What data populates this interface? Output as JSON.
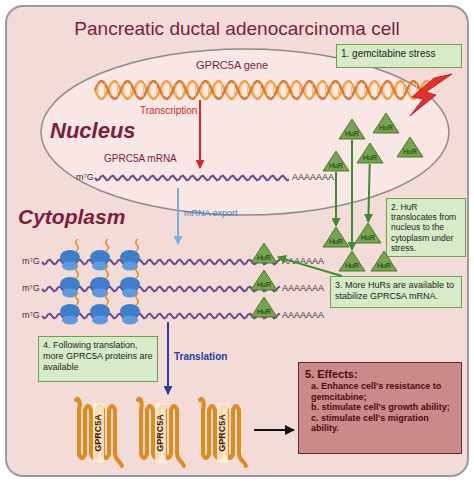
{
  "diagram": {
    "nodes": [
      {
        "text": [
          "Pancreatic ductal adenocarcinoma cell"
        ]
      },
      {
        "text": [
          "1. gemcitabine stress"
        ],
        "in": 0
      },
      {
        "text": [
          "Nucleus"
        ],
        "in": 0
      },
      {
        "text": [
          "HuR"
        ],
        "in": 2
      },
      {
        "text": [
          "HuR"
        ],
        "in": 2
      },
      {
        "text": [
          "HuR"
        ],
        "in": 2
      },
      {
        "text": [
          "HuR"
        ],
        "in": 2
      },
      {
        "text": [
          "HuR"
        ],
        "in": 2
      },
      {
        "text": [
          "2. HuR translocates from nucleus to the cytoplasm under stress."
        ],
        "in": 0
      },
      {
        "text": [
          "HuR"
        ],
        "in": 0
      },
      {
        "text": [
          "HuR"
        ],
        "in": 0
      },
      {
        "text": [
          "HuR"
        ],
        "in": 0
      },
      {
        "text": [
          "HuR"
        ],
        "in": 0
      },
      {
        "text": [
          "3. More HuRs are available to stabilize GPRC5A mRNA."
        ],
        "in": 0
      },
      {
        "text": [
          "HuR"
        ],
        "in": 0
      },
      {
        "text": [
          "HuR"
        ],
        "in": 0
      },
      {
        "text": [
          "HuR"
        ],
        "in": 0
      },
      {
        "text": [
          "4. Following translation, more GPRC5A proteins are available"
        ],
        "in": 0
      },
      {
        "text": [
          "5. Effects:",
          "a. Enhance cell's resistance to gemcitabine;",
          "b. stimulate cell's growth ability;",
          "c. stimulate cell's migration ability."
        ],
        "in": 0
      }
    ],
    "edges": [
      {
        "from": 7,
        "to": 9,
        "arrow": "to"
      },
      {
        "from": 6,
        "to": 10,
        "arrow": "to"
      },
      {
        "from": 3,
        "to": 11,
        "arrow": "to"
      },
      {
        "from": 13,
        "to": 14,
        "arrow": "to"
      }
    ],
    "labels": [
      "GPRC5A gene",
      "Transcription",
      "GPRC5A mRNA",
      "m⁷G",
      "AAAAAAA",
      "Cytoplasm",
      "mRNA export",
      "m⁷G",
      "m⁷G",
      "m⁷G",
      "AAAAAAA",
      "AAAAAAA",
      "AAAAAAA",
      "Translation",
      "GPRC5A",
      "GPRC5A",
      "GPRC5A"
    ]
  }
}
